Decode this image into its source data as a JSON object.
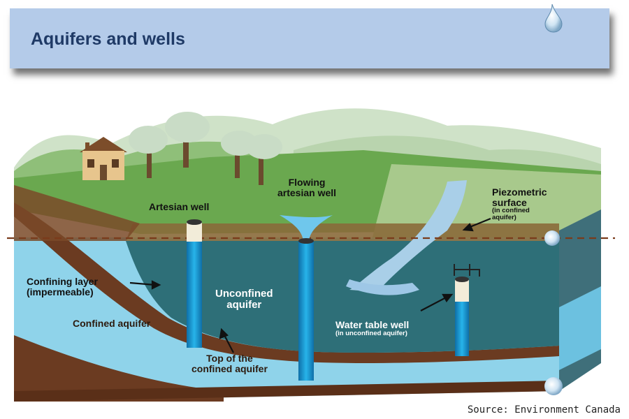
{
  "header": {
    "title": "Aquifers and wells"
  },
  "labels": {
    "artesian_well": "Artesian well",
    "flowing_artesian_well_line1": "Flowing",
    "flowing_artesian_well_line2": "artesian well",
    "piezometric_line1": "Piezometric",
    "piezometric_line2": "surface",
    "piezometric_note_line1": "(in confined",
    "piezometric_note_line2": "aquifer)",
    "confining_layer_line1": "Confining layer",
    "confining_layer_line2": "(impermeable)",
    "unconfined_aquifer_line1": "Unconfined",
    "unconfined_aquifer_line2": "aquifer",
    "confined_aquifer": "Confined aquifer",
    "water_table_well": "Water table well",
    "water_table_well_note": "(in unconfined aquifer)",
    "top_confined_line1": "Top of the",
    "top_confined_line2": "confined aquifer"
  },
  "source": "Source: Environment Canada",
  "colors": {
    "banner": "#b4cbe9",
    "title": "#1f3a66",
    "grass": "#6aa84f",
    "confined_aquifer": "#8fd3ea",
    "unconfined_aquifer": "#2e6f78",
    "confining_layer": "#6b3b21",
    "well_pipe": "#1a9fd6"
  }
}
